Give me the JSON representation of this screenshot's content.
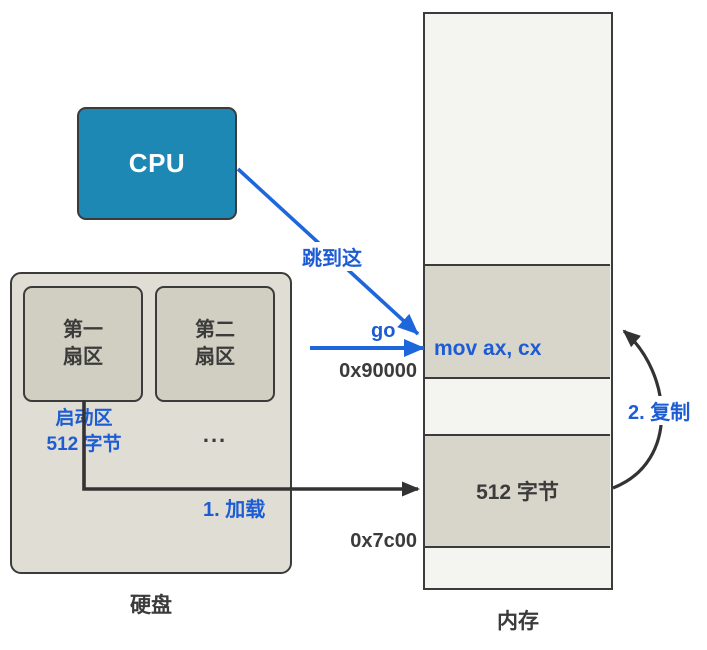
{
  "title": "boot-process-diagram",
  "cpu": {
    "label": "CPU"
  },
  "disk": {
    "caption": "硬盘",
    "sector1_label": "第一\n扇区",
    "sector2_label": "第二\n扇区",
    "more_sectors": "...",
    "boot_area_label": "启动区\n512 字节"
  },
  "memory": {
    "caption": "内存",
    "instruction": "mov ax, cx",
    "loaded_block_label": "512 字节",
    "addr_high": "0x90000",
    "addr_low": "0x7c00"
  },
  "arrows": {
    "jump_label": "跳到这",
    "go_label": "go",
    "load_label": "1. 加载",
    "copy_label": "2. 复制"
  },
  "colors": {
    "cpu_fill": "#1e88b4",
    "accent_blue": "#1d5cd3",
    "outline_dark": "#3b3b3b",
    "disk_fill": "#e0ded4",
    "sector_fill": "#d1cfc1",
    "memory_light": "#f4f4f1",
    "memory_block": "#d8d6ca"
  }
}
